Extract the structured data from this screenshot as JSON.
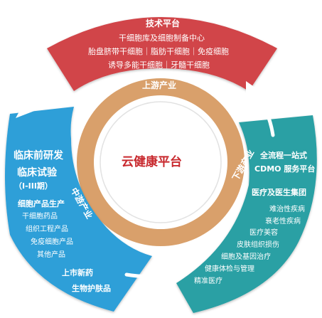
{
  "center": {
    "title": "云健康平台"
  },
  "ring_labels": {
    "upstream": "上游产业",
    "midstream": "中游产业",
    "downstream": "下游产业"
  },
  "tech": {
    "title": "技术平台",
    "lines": [
      "干细胞库及细胞制备中心",
      "胎盘脐带干细胞｜脂肪干细胞｜免疫细胞",
      "诱导多能干细胞｜牙髓干细胞"
    ]
  },
  "clinical": {
    "title1": "临床前研发",
    "title2": "临床试验",
    "title3": "（I-III期）",
    "production_title": "细胞产品生产",
    "production_items": [
      "干细胞药品",
      "组织工程产品",
      "免疫细胞产品",
      "其他产品"
    ],
    "market1": "上市新药",
    "market2": "生物护肤品"
  },
  "service": {
    "title1": "全流程一站式",
    "title2": "CDMO 服务平台",
    "group_title": "医疗及医生集团",
    "items": [
      "难治性疾病",
      "衰老性疾病",
      "医疗美容",
      "皮肤组织损伤",
      "细胞及基因治疗",
      "健康体检与管理",
      "精准医疗"
    ]
  },
  "colors": {
    "red": "#d14448",
    "blue": "#2d9fd8",
    "teal": "#29a0a4",
    "ring": "#d9a06b",
    "center_text": "#c8282d"
  }
}
